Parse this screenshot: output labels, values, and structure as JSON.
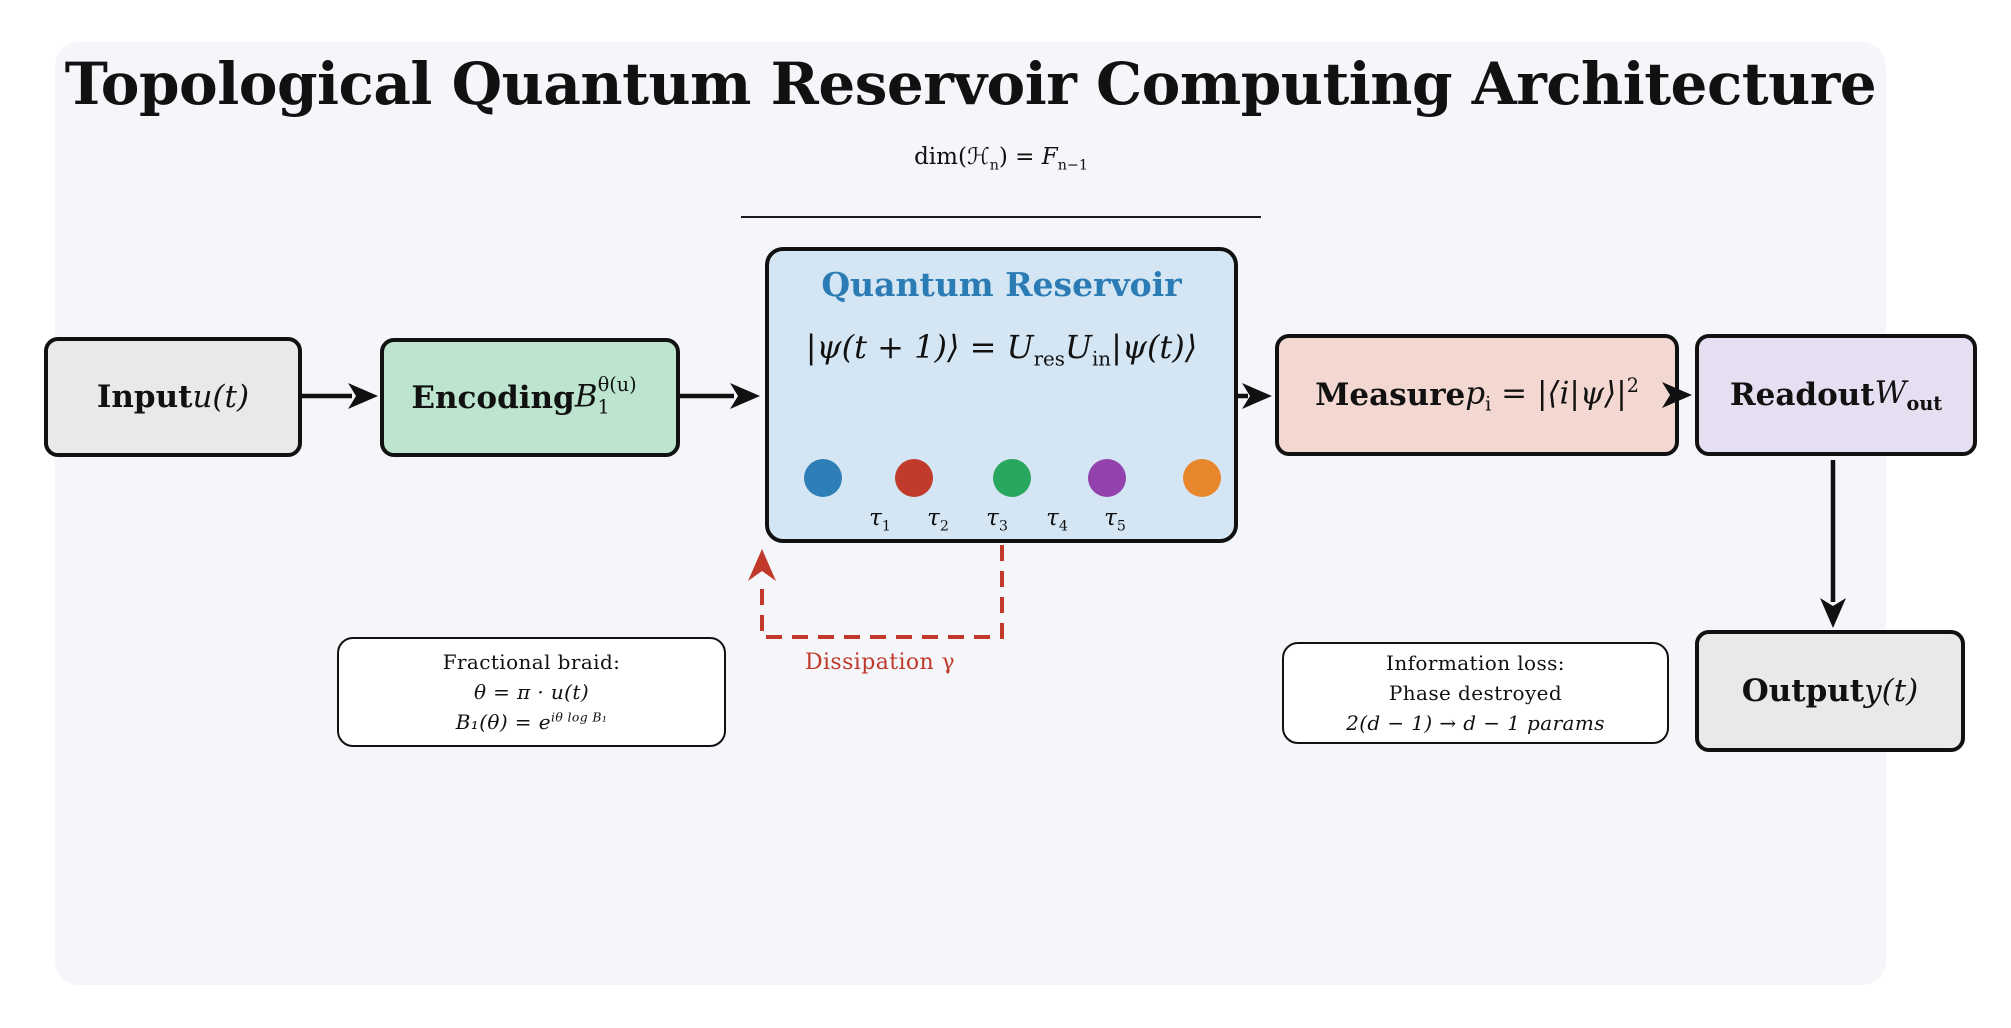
{
  "colors": {
    "page_bg": "#ffffff",
    "panel_bg": "#f4f6f9",
    "ink": "#111111",
    "reservoir_title_blue": "#2b7bb4",
    "dissipation_red": "#c0392b",
    "input_bg": "#e9e9e9",
    "encoding_bg": "#bde4ce",
    "reservoir_bg": "#d4e6f3",
    "measure_bg": "#f3d7d1",
    "readout_bg": "#e6def1",
    "output_bg": "#e9e9e9",
    "note_bg": "#ffffff"
  },
  "title": "Topological Quantum Reservoir Computing Architecture",
  "dim_annotation": {
    "pre": "dim(",
    "script_h": "ℋ",
    "h_sub": "n",
    "mid": ") = ",
    "f": "F",
    "f_sub": "n−1"
  },
  "nodes": {
    "input": {
      "label": "Input",
      "math": "u(t)"
    },
    "encoding": {
      "label": "Encoding",
      "math_base": "B",
      "math_sub": "1",
      "math_sup": "θ(u)"
    },
    "reservoir": {
      "title": "Quantum Reservoir",
      "formula": {
        "p1": "|ψ(t + 1)⟩ = U",
        "s1": "res",
        "p2": "U",
        "s2": "in",
        "p3": "|ψ(t)⟩"
      },
      "tau_char": "τ",
      "dots": [
        {
          "tau_sub": "1",
          "color": "#2e7fb8"
        },
        {
          "tau_sub": "2",
          "color": "#c03b2c"
        },
        {
          "tau_sub": "3",
          "color": "#2aa75f"
        },
        {
          "tau_sub": "4",
          "color": "#9341ad"
        },
        {
          "tau_sub": "5",
          "color": "#e8862b"
        }
      ]
    },
    "measure": {
      "label": "Measure",
      "math_base": "p",
      "math_sub": "i",
      "math_mid": " = |⟨i|ψ⟩|",
      "math_sup": "2"
    },
    "readout": {
      "label": "Readout",
      "math_base": "W",
      "math_sub": "out"
    },
    "output": {
      "label": "Output",
      "math": "y(t)"
    }
  },
  "feedback": {
    "label": "Dissipation γ"
  },
  "notes": {
    "braid": {
      "line1": "Fractional braid:",
      "line2": "θ = π · u(t)",
      "line3_base": "B₁(θ) = e",
      "line3_sup": "iθ log B₁"
    },
    "loss": {
      "line1": "Information loss:",
      "line2": "Phase destroyed",
      "line3": "2(d − 1) → d − 1 params"
    }
  }
}
